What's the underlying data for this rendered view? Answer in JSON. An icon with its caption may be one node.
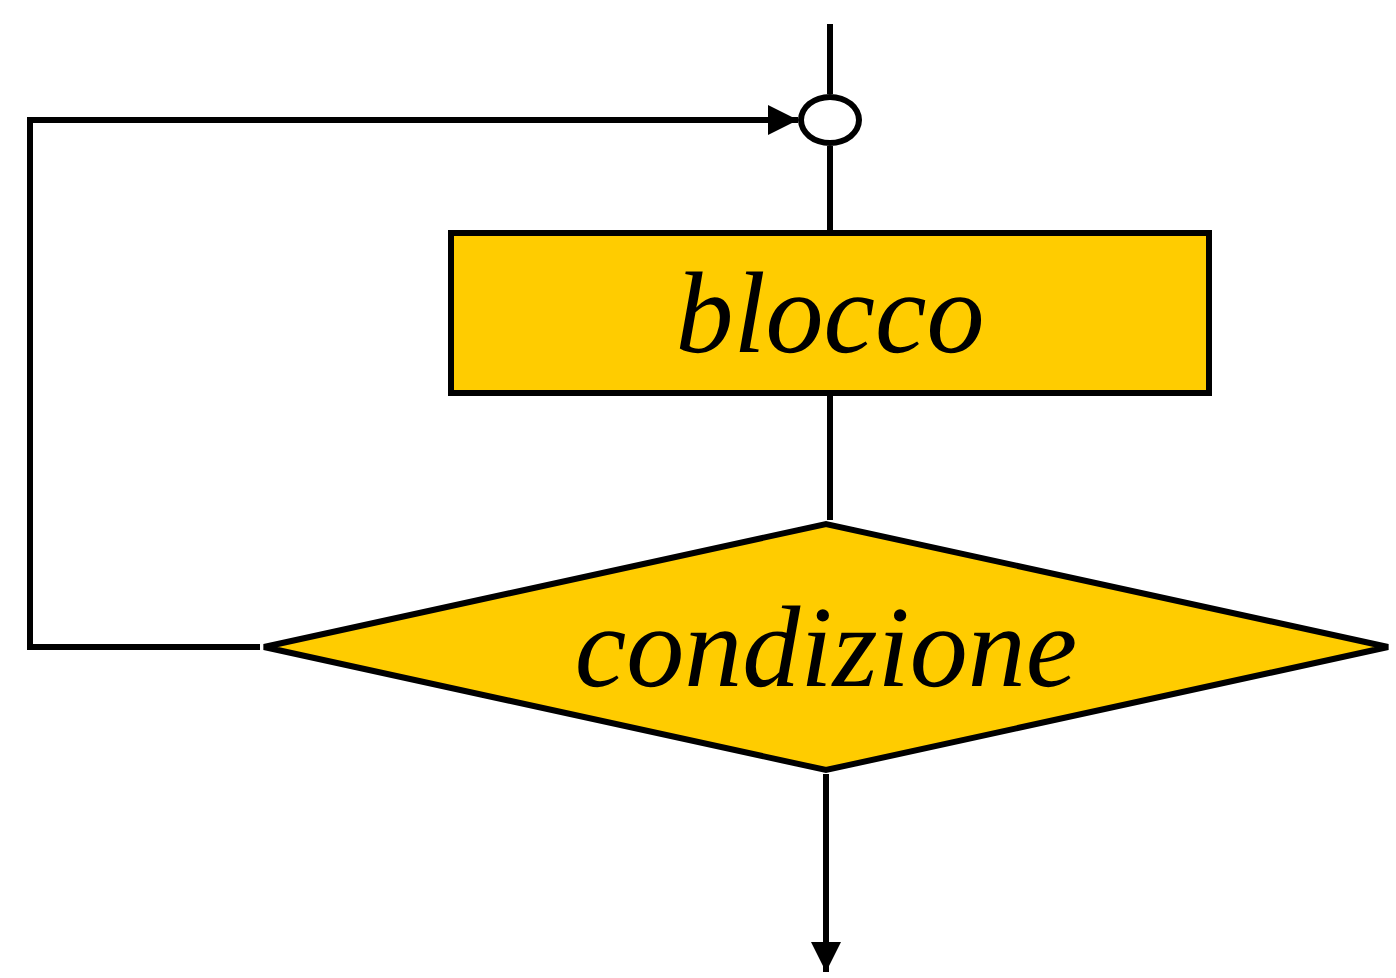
{
  "diagram": {
    "nodes": [
      {
        "text": [],
        "shape": "circle"
      },
      {
        "text": [
          "blocco"
        ]
      },
      {
        "text": [
          "condizione"
        ]
      }
    ],
    "edges": [
      {
        "from": null,
        "to": 0,
        "arrow": "none"
      },
      {
        "from": 0,
        "to": 1,
        "arrow": "none"
      },
      {
        "from": 1,
        "to": 2,
        "arrow": "none"
      },
      {
        "from": 2,
        "to": null,
        "arrow": "to"
      },
      {
        "from": 2,
        "to": 0,
        "arrow": "to"
      }
    ]
  }
}
